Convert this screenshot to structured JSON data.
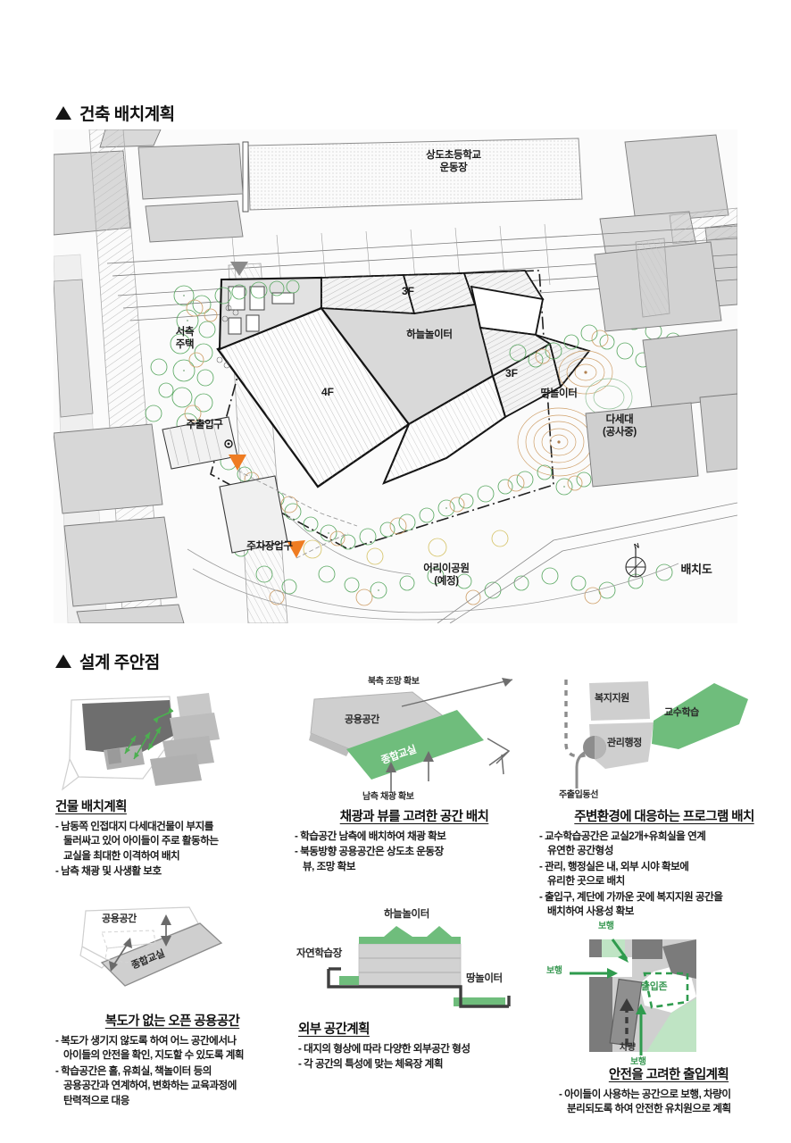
{
  "sections": {
    "site": {
      "title": "건축 배치계획",
      "marker": "triangle-up"
    },
    "design": {
      "title": "설계 주안점",
      "marker": "triangle-up"
    }
  },
  "site_plan": {
    "drawing_label": "배치도",
    "compass": "N",
    "labels": {
      "school_field": "상도초등학교\n운동장",
      "west_house": "서측\n주택",
      "sky_playground": "하늘놀이터",
      "ground_playground": "땅놀이터",
      "floor_4f": "4F",
      "floor_3f_north": "3F",
      "floor_3f_east": "3F",
      "main_entrance": "주출입구",
      "parking_entrance": "주차장입구",
      "multiplex": "다세대\n(공사중)",
      "children_park": "어리이공원\n(예정)"
    },
    "colors": {
      "building_gray": "#d7d7d7",
      "site_gray": "#ececec",
      "tree_green": "#5ba963",
      "tree_tan": "#cfa06a",
      "entrance_orange": "#ef7c22",
      "outline": "#1d1d1d"
    }
  },
  "diagrams": [
    {
      "id": "building-layout",
      "title": "건물 배치계획",
      "bullets": [
        "- 남동쪽 인접대지 다세대건물이 부지를\n  둘러싸고 있어 아이들이 주로 활동하는\n  교실을 최대한 이격하여 배치",
        "- 남측 채광 및 사생활 보호"
      ],
      "graphic_labels": []
    },
    {
      "id": "light-view",
      "title": "채광과 뷰를 고려한 공간 배치",
      "bullets": [
        "- 학습공간 남측에 배치하여 채광 확보",
        "- 북동방향 공용공간은 상도초 운동장\n  뷰, 조망 확보"
      ],
      "graphic_labels": [
        {
          "key": "north_view",
          "text": "북측 조망 확보"
        },
        {
          "key": "common_space",
          "text": "공용공간"
        },
        {
          "key": "classroom",
          "text": "종합교실"
        },
        {
          "key": "south_light",
          "text": "남측 채광 확보"
        }
      ]
    },
    {
      "id": "program-layout",
      "title": "주변환경에 대응하는 프로그램 배치",
      "bullets": [
        "- 교수학습공간은 교실2개+유희실을 연계\n  유연한 공간형성",
        "- 관리, 행정실은 내, 외부 시야 확보에\n  유리한 곳으로 배치",
        "- 출입구, 계단에 가까운 곳에 복지지원 공간을\n  배치하여 사용성 확보"
      ],
      "graphic_labels": [
        {
          "key": "welfare",
          "text": "복지지원"
        },
        {
          "key": "teaching",
          "text": "교수학습"
        },
        {
          "key": "admin",
          "text": "관리행정"
        },
        {
          "key": "main_circulation",
          "text": "주출입동선"
        }
      ]
    },
    {
      "id": "open-common-space",
      "title": "복도가 없는 오픈 공용공간",
      "bullets": [
        "- 복도가 생기지 않도록 하여 어느 공간에서나\n  아이들의 안전을 확인,  지도할 수 있도록 계획",
        "- 학습공간은 홀, 유희실, 책놀이터 등의\n  공용공간과 연계하여, 변화하는 교육과정에\n  탄력적으로 대응"
      ],
      "graphic_labels": [
        {
          "key": "common_space",
          "text": "공용공간"
        },
        {
          "key": "classroom",
          "text": "종합교실"
        }
      ]
    },
    {
      "id": "exterior-space",
      "title": "외부 공간계획",
      "bullets": [
        "- 대지의 형상에 따라 다양한 외부공간 형성",
        "- 각 공간의 특성에 맞는 체육장 계획"
      ],
      "graphic_labels": [
        {
          "key": "sky_playground",
          "text": "하늘놀이터"
        },
        {
          "key": "nature_study",
          "text": "자연학습장"
        },
        {
          "key": "ground_playground",
          "text": "땅놀이터"
        }
      ]
    },
    {
      "id": "safe-entrance",
      "title": "안전을 고려한 출입계획",
      "bullets": [
        "- 아이들이 사용하는 공간으로 보행, 차량이\n  분리되도록 하여 안전한 유치원으로 계획"
      ],
      "graphic_labels": [
        {
          "key": "walk_top",
          "text": "보행"
        },
        {
          "key": "walk_left",
          "text": "보행"
        },
        {
          "key": "walk_bottom",
          "text": "보행"
        },
        {
          "key": "entry_zone",
          "text": "출입존"
        },
        {
          "key": "vehicle",
          "text": "차량"
        }
      ]
    }
  ],
  "palette": {
    "green": "#62b36f",
    "green_dark": "#3c9a55",
    "gray_light": "#d2d2d2",
    "gray_mid": "#b4b4b4",
    "gray_dark": "#6e6e6e",
    "charcoal": "#4d4d4d"
  }
}
